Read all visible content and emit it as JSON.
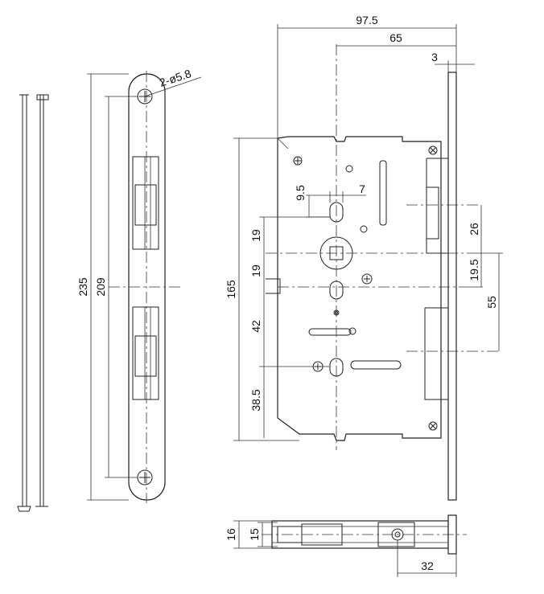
{
  "dimensions": {
    "overall_width": "97.5",
    "backset": "65",
    "faceplate_thickness": "3",
    "holes": "2-ø5.8",
    "faceplate_length": "235",
    "hole_spacing": "209",
    "case_height": "165",
    "handle_to_top_slot": "19",
    "handle_to_mid_slot": "19",
    "slot_width": "9.5",
    "slot_offset": "7",
    "handle_to_latch": "26",
    "latch_to_mid": "19.5",
    "handle_to_bolt": "55",
    "mid_to_key": "42",
    "key_to_bottom": "38.5",
    "side_height_outer": "16",
    "side_height_inner": "15",
    "side_depth": "32"
  },
  "colors": {
    "line": "#222222",
    "fill": "#ffffff"
  }
}
